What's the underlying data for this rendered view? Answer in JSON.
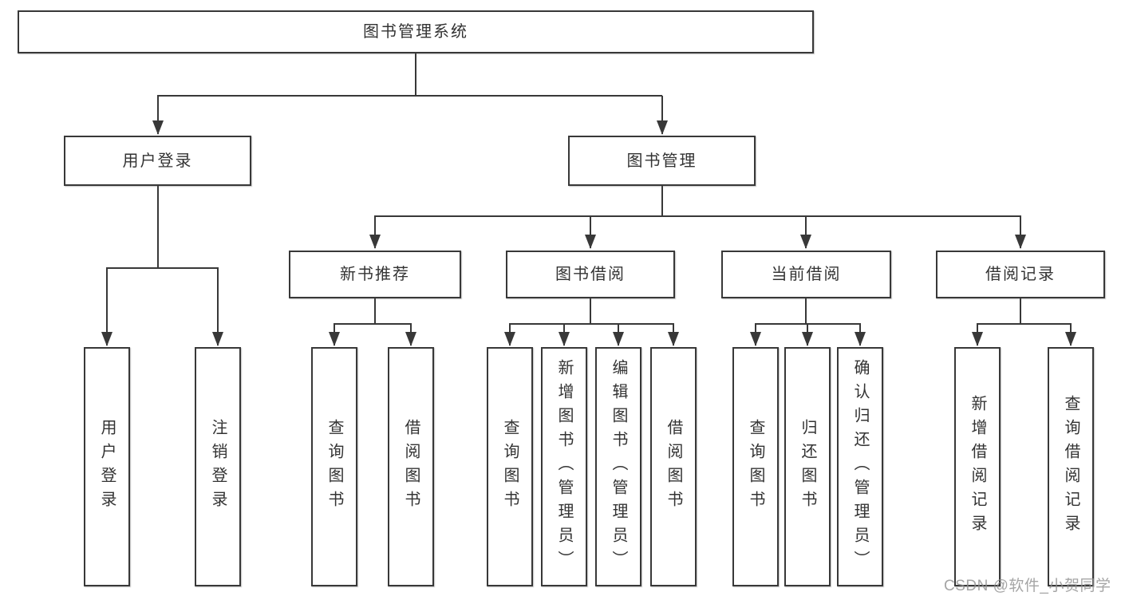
{
  "tree": {
    "label": "图书管理系统",
    "children": [
      {
        "label": "用户登录",
        "children": [
          {
            "label": "用户登录"
          },
          {
            "label": "注销登录"
          }
        ]
      },
      {
        "label": "图书管理",
        "children": [
          {
            "label": "新书推荐",
            "children": [
              {
                "label": "查询图书"
              },
              {
                "label": "借阅图书"
              }
            ]
          },
          {
            "label": "图书借阅",
            "children": [
              {
                "label": "查询图书"
              },
              {
                "label": "新增图书（管理员）"
              },
              {
                "label": "编辑图书（管理员）"
              },
              {
                "label": "借阅图书"
              }
            ]
          },
          {
            "label": "当前借阅",
            "children": [
              {
                "label": "查询图书"
              },
              {
                "label": "归还图书"
              },
              {
                "label": "确认归还（管理员）"
              }
            ]
          },
          {
            "label": "借阅记录",
            "children": [
              {
                "label": "新增借阅记录"
              },
              {
                "label": "查询借阅记录"
              }
            ]
          }
        ]
      }
    ]
  },
  "watermark": "CSDN @软件_小贺同学",
  "colors": {
    "line": "#383838",
    "border": "#383838",
    "text": "#333333",
    "watermark": "#a9a9a9",
    "background": "#ffffff"
  }
}
